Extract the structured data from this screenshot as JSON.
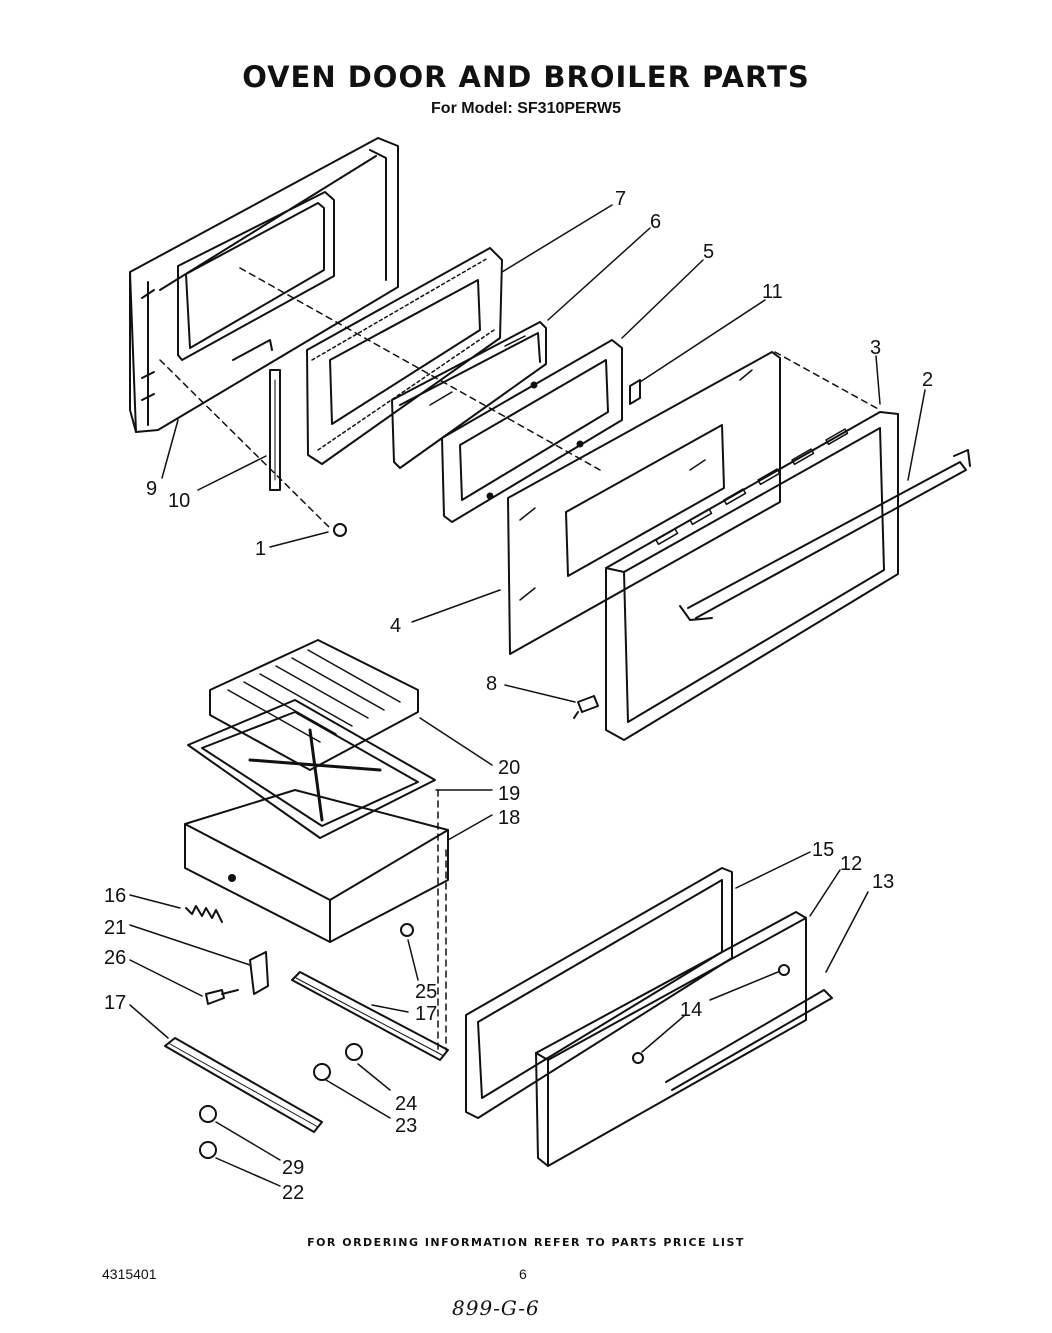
{
  "header": {
    "title": "OVEN DOOR AND BROILER PARTS",
    "subtitle": "For Model: SF310PERW5"
  },
  "callouts": {
    "c1": "1",
    "c2": "2",
    "c3": "3",
    "c4": "4",
    "c5": "5",
    "c6": "6",
    "c7": "7",
    "c8": "8",
    "c9": "9",
    "c10": "10",
    "c11": "11",
    "c12": "12",
    "c13": "13",
    "c14": "14",
    "c15": "15",
    "c16": "16",
    "c17a": "17",
    "c17b": "17",
    "c18": "18",
    "c19": "19",
    "c20": "20",
    "c21": "21",
    "c22": "22",
    "c23": "23",
    "c24": "24",
    "c25": "25",
    "c26": "26",
    "c29": "29"
  },
  "footer": {
    "ordering_note": "FOR ORDERING INFORMATION REFER TO PARTS PRICE LIST",
    "document_number": "4315401",
    "page_number": "6",
    "handwritten_code": "899-G-6"
  }
}
